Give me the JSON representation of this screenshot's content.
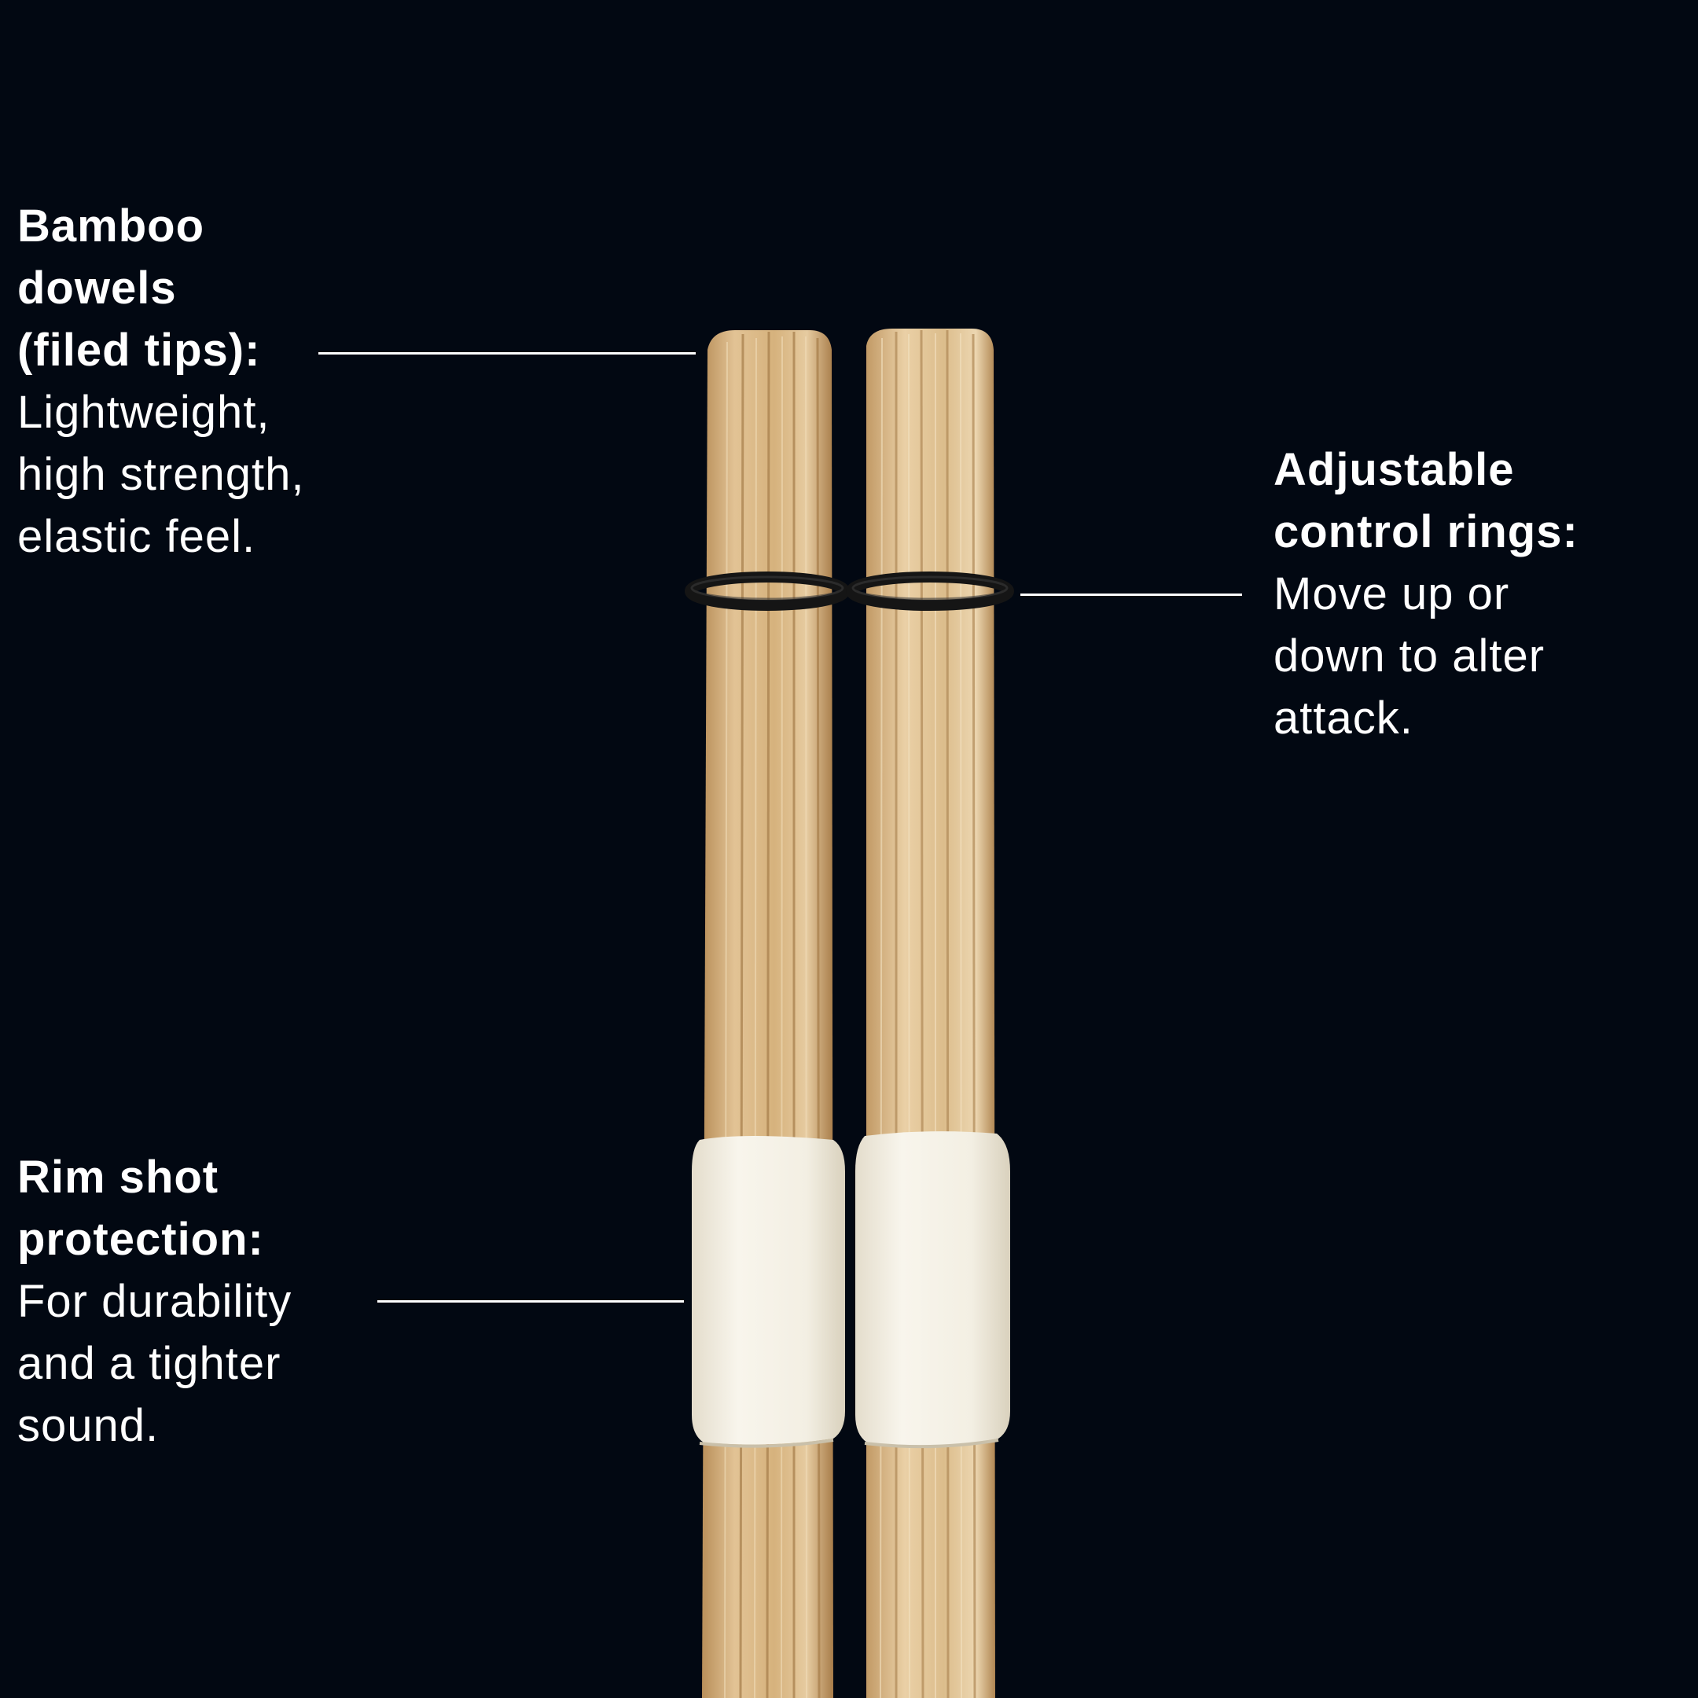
{
  "callouts": {
    "tips": {
      "title_lines": [
        "Bamboo",
        "dowels",
        "(filed tips):"
      ],
      "desc_lines": [
        "Lightweight,",
        "high strength,",
        "elastic feel."
      ]
    },
    "rings": {
      "title_lines": [
        "Adjustable",
        "control rings:"
      ],
      "desc_lines": [
        "Move up or",
        "down to alter",
        "attack."
      ]
    },
    "rim": {
      "title_lines": [
        "Rim shot",
        "protection:"
      ],
      "desc_lines": [
        "For durability",
        "and a tighter",
        "sound."
      ]
    }
  },
  "colors": {
    "background": "#020812",
    "text": "#ffffff",
    "bamboo": "#dcb98a",
    "bamboo_dark": "#b88e58",
    "ring": "#1a1a1a",
    "sleeve": "#f3efe4"
  }
}
